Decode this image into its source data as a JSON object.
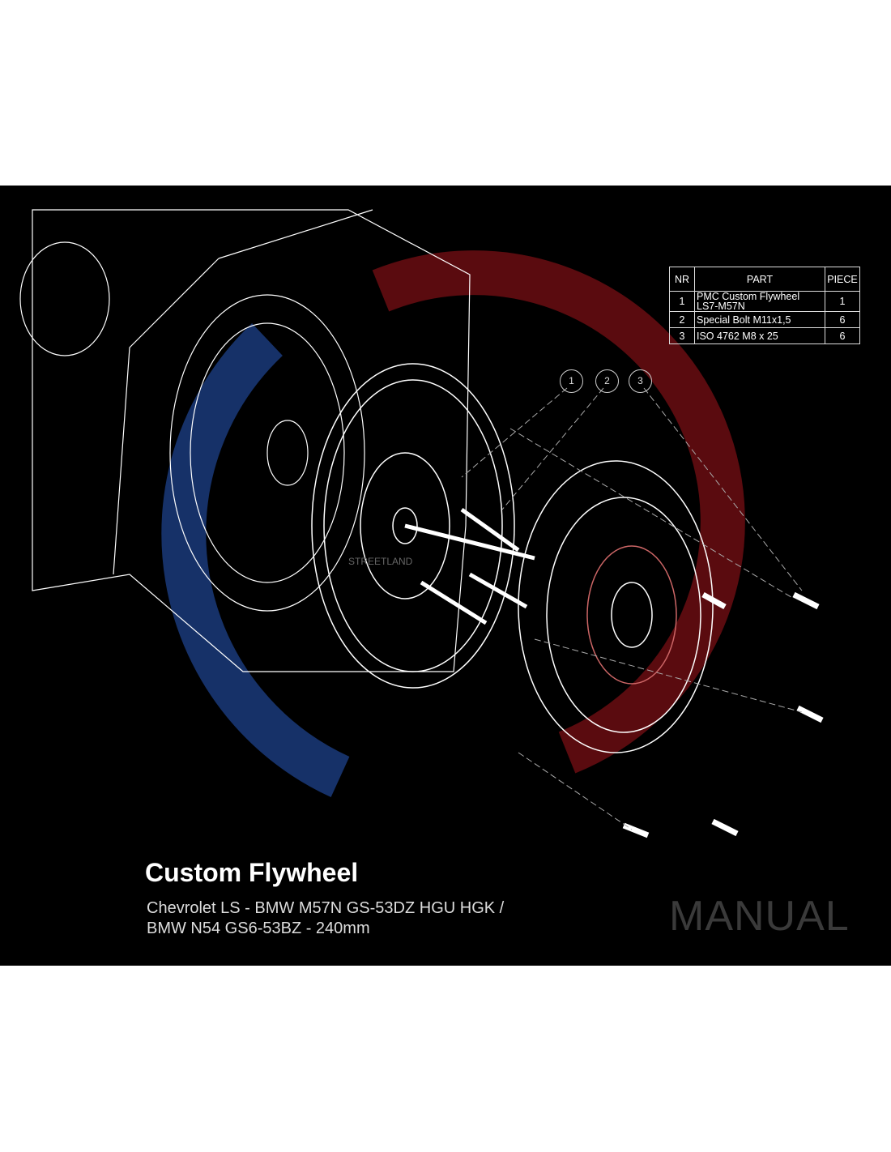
{
  "parts_table": {
    "headers": [
      "NR",
      "PART",
      "PIECE"
    ],
    "rows": [
      {
        "nr": "1",
        "part_line1": "PMC Custom Flywheel",
        "part_line2": "LS7-M57N",
        "piece": "1"
      },
      {
        "nr": "2",
        "part_line1": "Special Bolt M11x1,5",
        "piece": "6"
      },
      {
        "nr": "3",
        "part_line1": "ISO 4762 M8 x 25",
        "piece": "6"
      }
    ]
  },
  "callouts": [
    "1",
    "2",
    "3"
  ],
  "title": "Custom Flywheel",
  "subtitle_line1": "Chevrolet LS - BMW M57N GS-53DZ HGU HGK /",
  "subtitle_line2": "BMW N54 GS6-53BZ -  240mm",
  "badge": "MANUAL",
  "watermark": "STREETLAND",
  "colors": {
    "background": "#000000",
    "accent_blue": "#1a3a7a",
    "accent_red": "#6a0d12",
    "line": "#ffffff"
  }
}
